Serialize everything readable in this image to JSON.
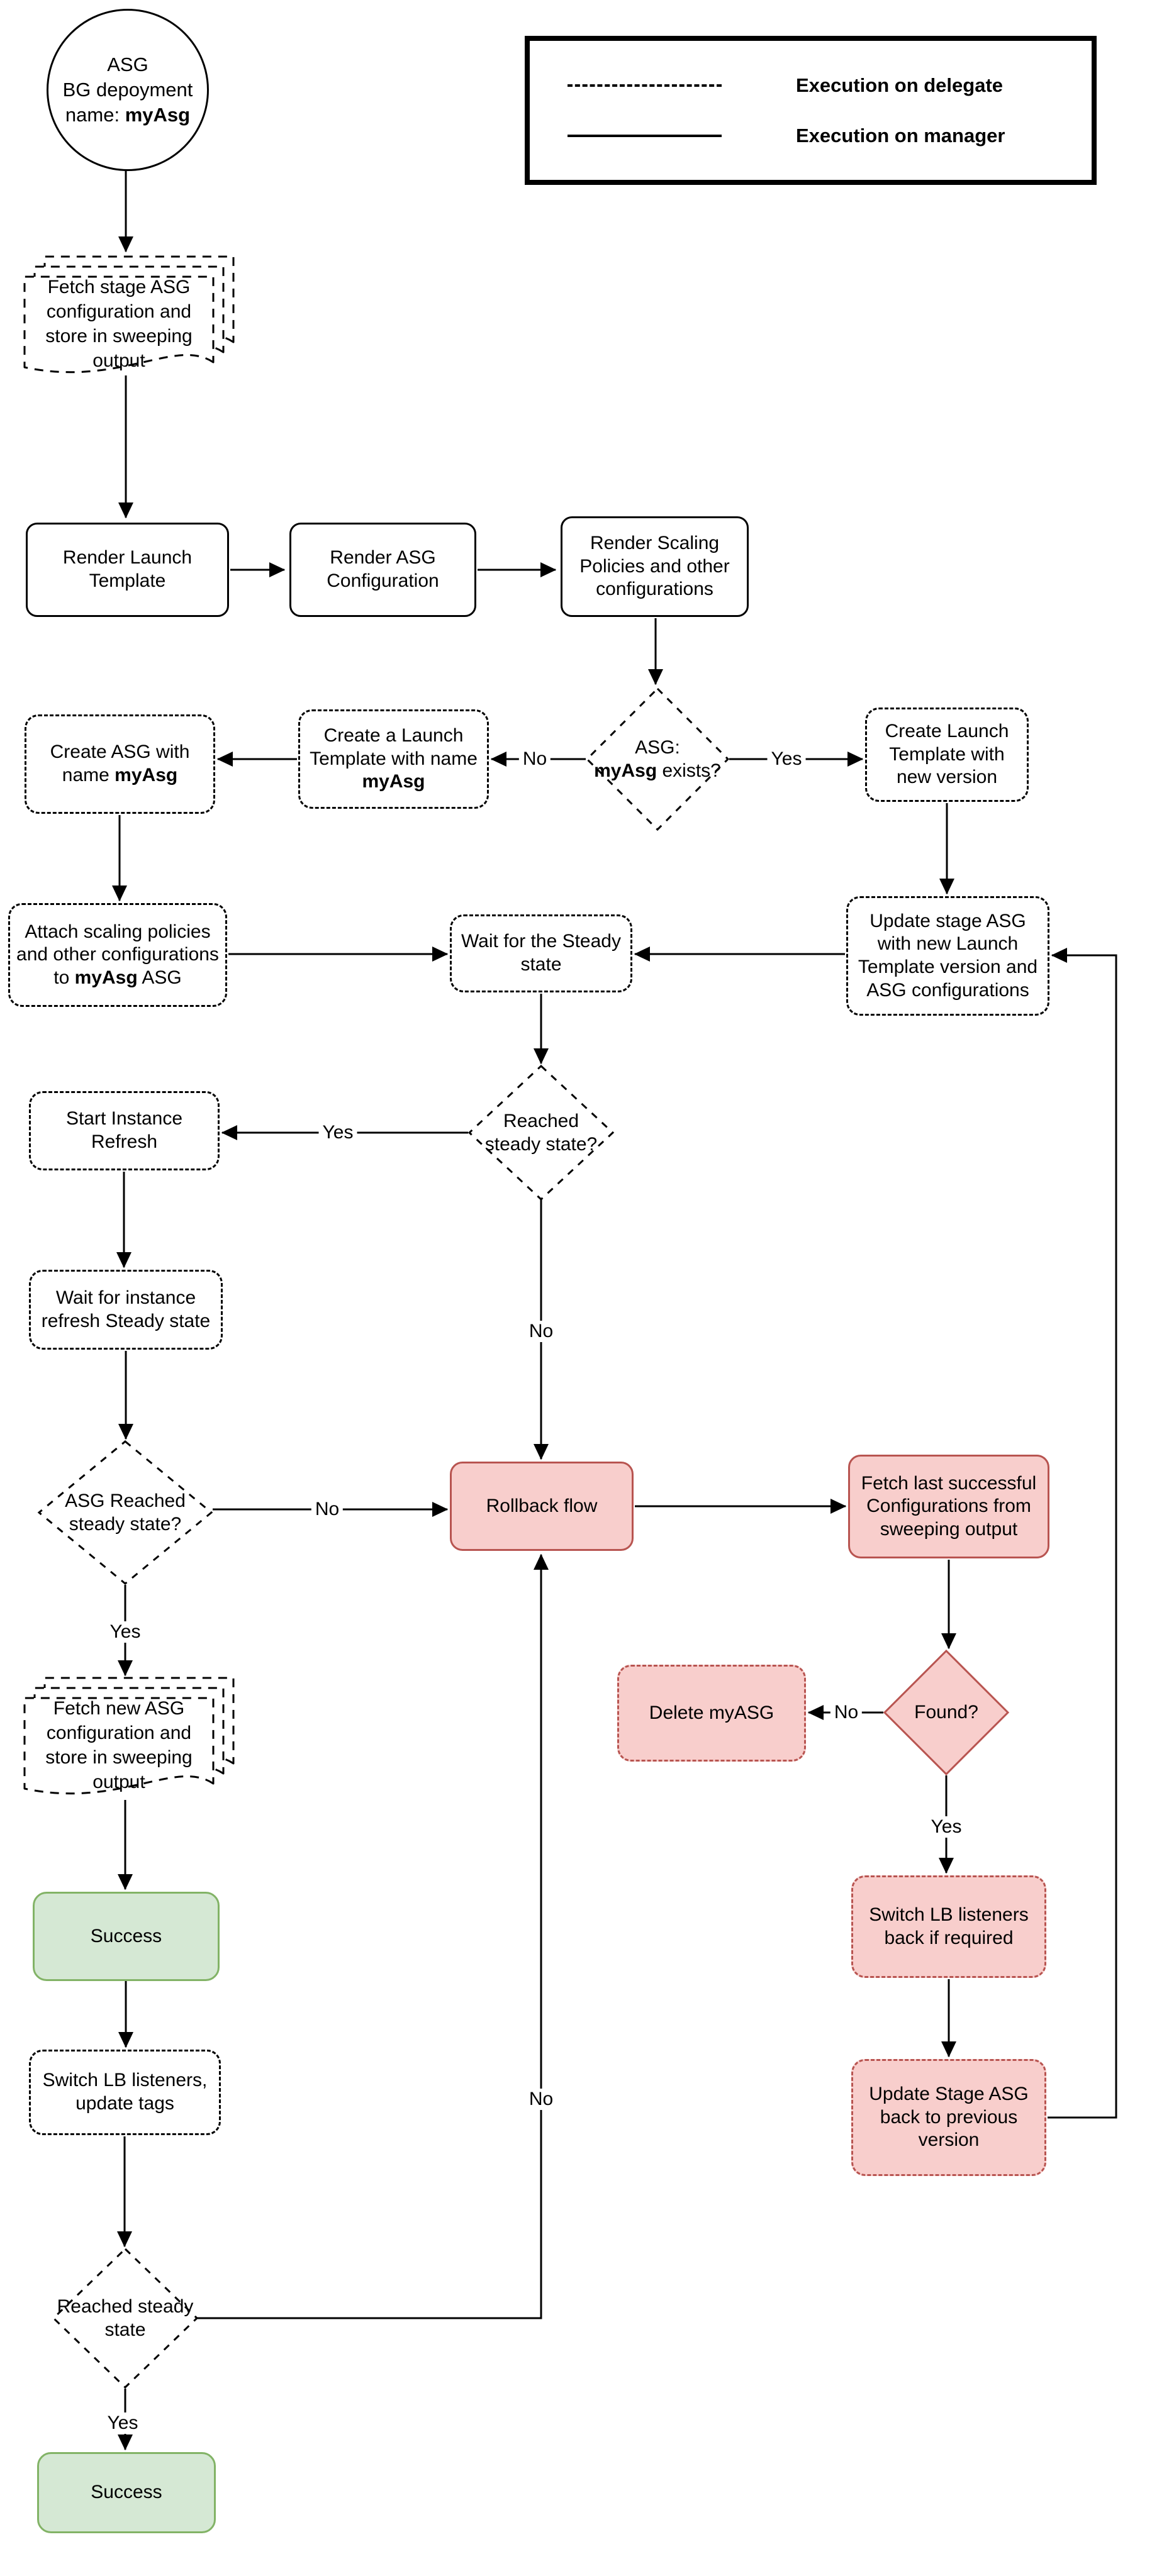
{
  "legend": {
    "delegate": "Execution on delegate",
    "manager": "Execution on manager"
  },
  "labels": {
    "yes": "Yes",
    "no": "No"
  },
  "nodes": {
    "start": {
      "line1": "ASG",
      "line2": "BG depoyment",
      "line3_prefix": "name: ",
      "line3_bold": "myAsg"
    },
    "fetch_stage": "Fetch stage ASG configuration and store in sweeping output",
    "render_launch": "Render Launch Template",
    "render_asg": "Render ASG Configuration",
    "render_scaling": "Render Scaling Policies and other configurations",
    "asg_exists": {
      "prefix": "ASG:",
      "bold": "myAsg",
      "suffix": " exists?"
    },
    "create_launch_new": "Create Launch Template with new version",
    "create_launch_name": {
      "prefix": "Create a Launch Template with name ",
      "bold": "myAsg"
    },
    "create_asg": {
      "prefix": "Create ASG with name ",
      "bold": "myAsg"
    },
    "attach_scaling": {
      "prefix": "Attach scaling policies and other configurations to ",
      "bold": "myAsg",
      "suffix": " ASG"
    },
    "wait_steady": "Wait for the Steady state",
    "update_stage": "Update stage ASG with new Launch Template version and ASG configurations",
    "reached_steady": "Reached steady state?",
    "start_instance": "Start Instance Refresh",
    "wait_instance": "Wait for instance refresh Steady state",
    "asg_reached": "ASG Reached steady state?",
    "rollback": "Rollback flow",
    "fetch_last": "Fetch last successful Configurations from sweeping output",
    "found": "Found?",
    "delete_myasg": "Delete myASG",
    "fetch_new": "Fetch new ASG configuration and store in sweeping output",
    "success1": "Success",
    "switch_lb_back": "Switch LB listeners back if required",
    "switch_lb_tags": "Switch LB listeners, update tags",
    "update_stage_back": "Update Stage ASG back to previous version",
    "reached_steady2": "Reached steady state",
    "success2": "Success"
  },
  "colors": {
    "node-border": "#000000",
    "pink-fill": "#f8cecc",
    "pink-border": "#b85450",
    "green-fill": "#d5e8d4",
    "green-border": "#82b366"
  }
}
